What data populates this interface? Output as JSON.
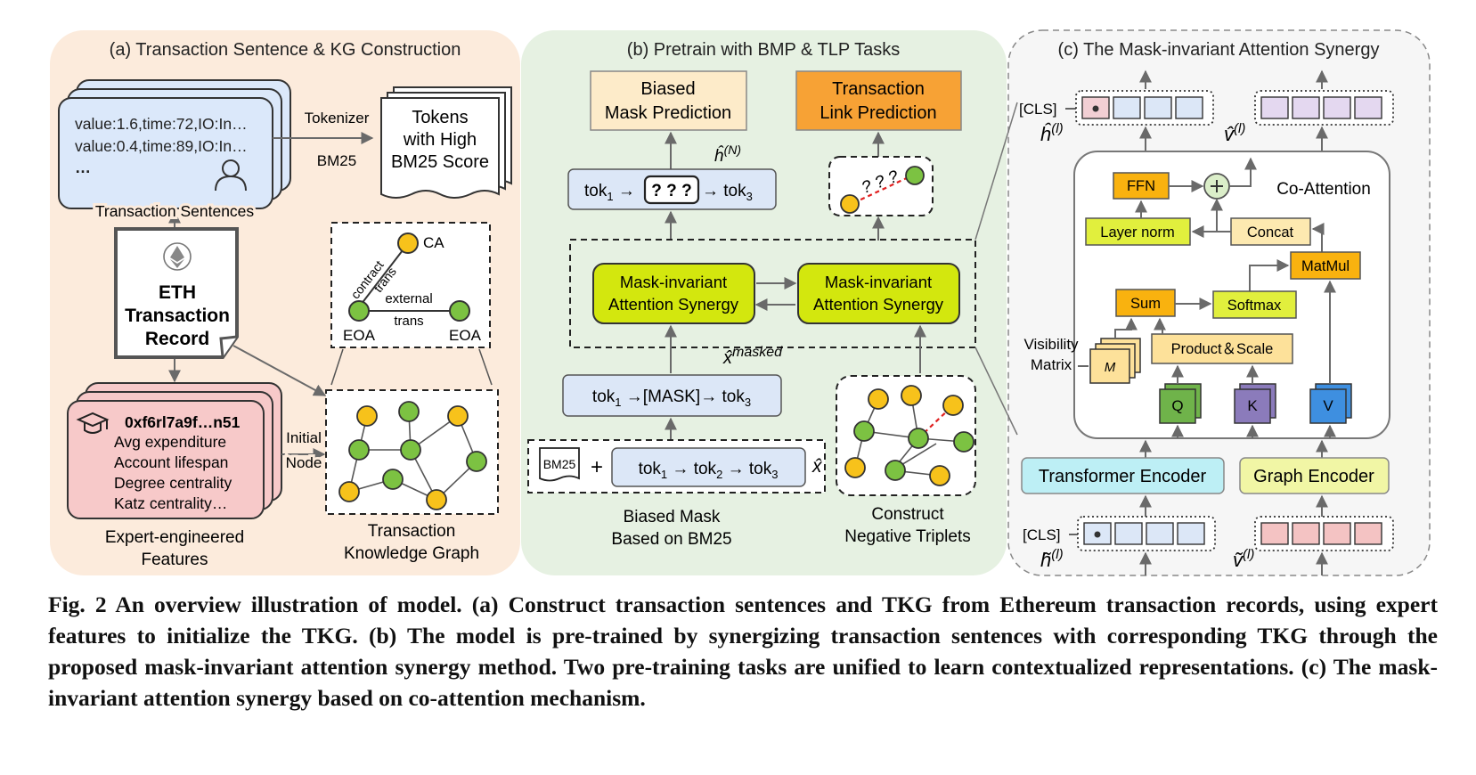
{
  "panel_a": {
    "title": "(a)  Transaction Sentence & KG Construction",
    "sentence_lines": [
      "value:1.6,time:72,IO:In…",
      "value:0.4,time:89,IO:In…",
      "…"
    ],
    "tokenizer": "Tokenizer",
    "bm25": "BM25",
    "tokens_doc": [
      "Tokens",
      "with High",
      "BM25 Score"
    ],
    "transaction_sentences": "Transaction  Sentences",
    "eth_record": [
      "ETH",
      "Transaction",
      "Record"
    ],
    "features_address": "0xf6rl7a9f…n51",
    "features": [
      "Avg expenditure",
      "Account lifespan",
      "Degree centrality",
      "Katz centrality…"
    ],
    "features_caption": [
      "Expert-engineered",
      "Features"
    ],
    "initial_node": [
      "Initial",
      "Node"
    ],
    "ca": "CA",
    "eoa_left": "EOA",
    "eoa_right": "EOA",
    "contract_trans": [
      "contract",
      "trans"
    ],
    "external_trans": [
      "external",
      "trans"
    ],
    "tkg_caption": [
      "Transaction",
      "Knowledge Graph"
    ]
  },
  "panel_b": {
    "title": "(b)  Pretrain with BMP & TLP Tasks",
    "bmp": [
      "Biased",
      "Mask Prediction"
    ],
    "tlp": [
      "Transaction",
      "Link Prediction"
    ],
    "h_n": "ĥ(N)",
    "predict_tok_left": "tok",
    "predict_qmarks": "? ? ?",
    "predict_tok_right": "tok",
    "sub1": "1",
    "sub2": "2",
    "sub3": "3",
    "mias_left": [
      "Mask-invariant",
      "Attention Synergy"
    ],
    "mias_right": [
      "Mask-invariant",
      "Attention Synergy"
    ],
    "x_masked": "x̂masked",
    "masked_mid": "[MASK]",
    "bm25_doc": "BM25",
    "plus": "+",
    "x_hat": "x̂",
    "link_qmarks": "? ? ?",
    "biased_mask_caption": [
      "Biased Mask",
      "Based on BM25"
    ],
    "neg_caption": [
      "Construct",
      "Negative Triplets"
    ]
  },
  "panel_c": {
    "title": "(c)  The Mask-invariant Attention Synergy",
    "cls_top": "[CLS]",
    "cls_bottom": "[CLS]",
    "h_top": "ĥ(l)",
    "v_top": "v̂(l)",
    "h_bottom": "h̃(l)",
    "v_bottom": "ṽ(l)",
    "ffn": "FFN",
    "co_attention": "Co-Attention",
    "layer_norm": "Layer norm",
    "concat": "Concat",
    "matmul": "MatMul",
    "sum": "Sum",
    "softmax": "Softmax",
    "visibility": [
      "Visibility",
      "Matrix"
    ],
    "m": "M",
    "product_scale": "Product＆Scale",
    "q": "Q",
    "k": "K",
    "v": "V",
    "transformer_encoder": "Transformer Encoder",
    "graph_encoder": "Graph Encoder"
  },
  "caption": "Fig. 2 An overview illustration of model. (a) Construct transaction sentences and TKG from Ethereum transaction records, using expert features to initialize the TKG. (b) The model is pre-trained by synergizing transaction sentences with corresponding TKG through the proposed mask-invariant attention synergy method. Two pre-training tasks are unified to learn contextualized representations. (c) The mask-invariant attention synergy based on co-attention mechanism.",
  "colors": {
    "panel_a_bg": "#fcebdc",
    "panel_b_bg": "#e6f1e2",
    "panel_c_bg": "#f6f6f6",
    "sentence_card": "#dbe8fa",
    "feature_card": "#f7c9c9",
    "node_yellow": "#f7c21b",
    "node_green": "#7cc242",
    "bmp_fill": "#fdebc9",
    "tlp_fill": "#f7a235",
    "mias_fill": "#d3e70e",
    "tok_fill": "#dce7f7",
    "ffn_fill": "#f9b20f",
    "ln_fill": "#e1ef3d",
    "concat_fill": "#fde9b0",
    "softmax_fill": "#e1ef3d",
    "prod_fill": "#fde19a",
    "q_fill": "#6fb34a",
    "k_fill": "#8b7bbb",
    "v_fill": "#3e8fe0",
    "transformer_fill": "#bdeff5",
    "graph_fill": "#f1f6a5",
    "edge_red": "#e02020"
  }
}
